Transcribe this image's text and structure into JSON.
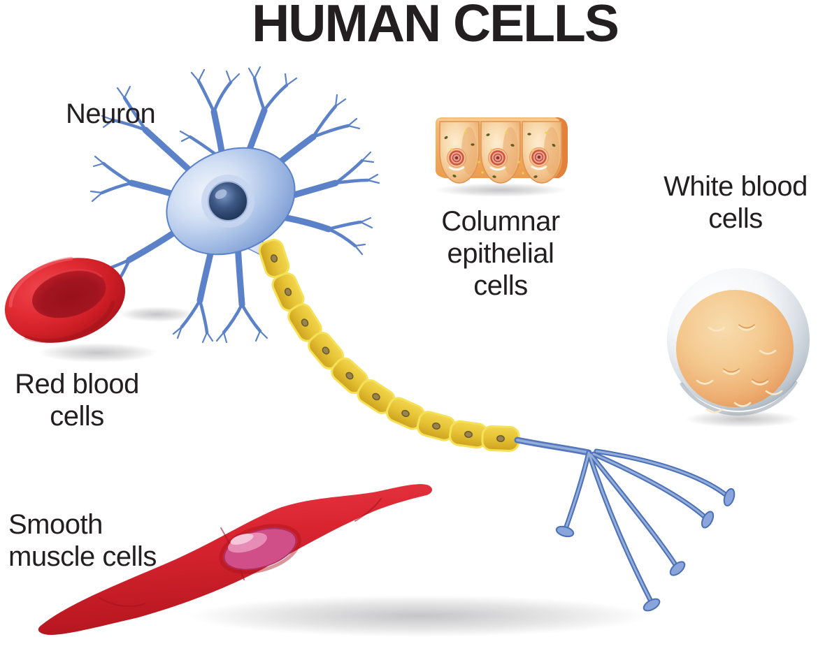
{
  "title": {
    "text": "HUMAN CELLS"
  },
  "labels": {
    "neuron": {
      "lines": [
        "Neuron"
      ]
    },
    "columnar_epithelial": {
      "lines": [
        "Columnar",
        "epithelial",
        "cells"
      ]
    },
    "white_blood": {
      "lines": [
        "White blood",
        "cells"
      ]
    },
    "red_blood": {
      "lines": [
        "Red blood",
        "cells"
      ]
    },
    "smooth_muscle": {
      "lines": [
        "Smooth",
        "muscle cells"
      ]
    }
  },
  "figures": [
    {
      "name": "neuron-illustration"
    },
    {
      "name": "columnar-epithelial-cells-illustration"
    },
    {
      "name": "white-blood-cell-illustration"
    },
    {
      "name": "red-blood-cell-illustration"
    },
    {
      "name": "smooth-muscle-cell-illustration"
    }
  ],
  "palette": {
    "background": "#ffffff",
    "text": "#231f20",
    "neuron_blue": "#5b82c9",
    "neuron_soma_light": "#d3e0f4",
    "neuron_nucleus_navy": "#1d3152",
    "myelin_yellow": "#e7c436",
    "myelin_edge_yellow": "#f5e158",
    "epithelial_orange": "#ef9f50",
    "epithelial_cell_cream": "#f8d9ad",
    "epithelial_nucleus_ring": "#cb5244",
    "wbc_rim_gray": "#9fabb7",
    "wbc_cytoplasm_tan": "#f4c98f",
    "rbc_red": "#d8232b",
    "rbc_center_dark": "#99101a",
    "muscle_red": "#d8232f",
    "muscle_nucleus_pink": "#d14f88"
  }
}
